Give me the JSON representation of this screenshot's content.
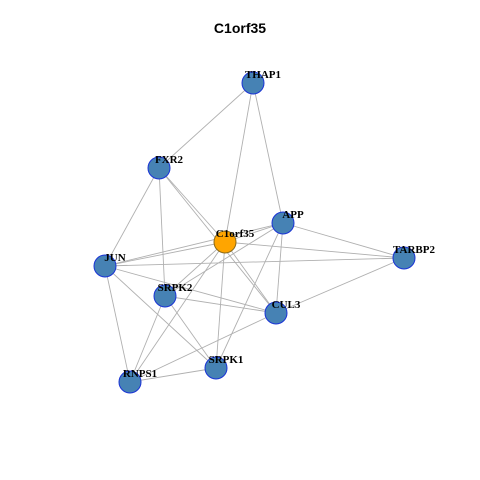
{
  "title": "C1orf35",
  "colors": {
    "node_fill": "#4682B4",
    "node_stroke": "#1A33D6",
    "center_fill": "#FFA500",
    "center_stroke": "#8A6A1A",
    "edge": "#B0B0B0"
  },
  "nodes": [
    {
      "id": "THAP1",
      "label": "THAP1",
      "center": false
    },
    {
      "id": "FXR2",
      "label": "FXR2",
      "center": false
    },
    {
      "id": "APP",
      "label": "APP",
      "center": false
    },
    {
      "id": "C1orf35",
      "label": "C1orf35",
      "center": true
    },
    {
      "id": "TARBP2",
      "label": "TARBP2",
      "center": false
    },
    {
      "id": "JUN",
      "label": "JUN",
      "center": false
    },
    {
      "id": "SRPK2",
      "label": "SRPK2",
      "center": false
    },
    {
      "id": "CUL3",
      "label": "CUL3",
      "center": false
    },
    {
      "id": "SRPK1",
      "label": "SRPK1",
      "center": false
    },
    {
      "id": "RNPS1",
      "label": "RNPS1",
      "center": false
    }
  ],
  "edges": [
    [
      "THAP1",
      "FXR2"
    ],
    [
      "THAP1",
      "C1orf35"
    ],
    [
      "THAP1",
      "APP"
    ],
    [
      "FXR2",
      "C1orf35"
    ],
    [
      "FXR2",
      "JUN"
    ],
    [
      "FXR2",
      "SRPK2"
    ],
    [
      "FXR2",
      "CUL3"
    ],
    [
      "C1orf35",
      "APP"
    ],
    [
      "C1orf35",
      "TARBP2"
    ],
    [
      "C1orf35",
      "JUN"
    ],
    [
      "C1orf35",
      "SRPK2"
    ],
    [
      "C1orf35",
      "CUL3"
    ],
    [
      "C1orf35",
      "SRPK1"
    ],
    [
      "C1orf35",
      "RNPS1"
    ],
    [
      "APP",
      "TARBP2"
    ],
    [
      "APP",
      "JUN"
    ],
    [
      "APP",
      "SRPK2"
    ],
    [
      "APP",
      "CUL3"
    ],
    [
      "APP",
      "SRPK1"
    ],
    [
      "JUN",
      "TARBP2"
    ],
    [
      "JUN",
      "RNPS1"
    ],
    [
      "JUN",
      "SRPK1"
    ],
    [
      "JUN",
      "CUL3"
    ],
    [
      "SRPK2",
      "CUL3"
    ],
    [
      "SRPK2",
      "RNPS1"
    ],
    [
      "SRPK2",
      "SRPK1"
    ],
    [
      "CUL3",
      "TARBP2"
    ],
    [
      "CUL3",
      "RNPS1"
    ],
    [
      "SRPK1",
      "RNPS1"
    ]
  ]
}
